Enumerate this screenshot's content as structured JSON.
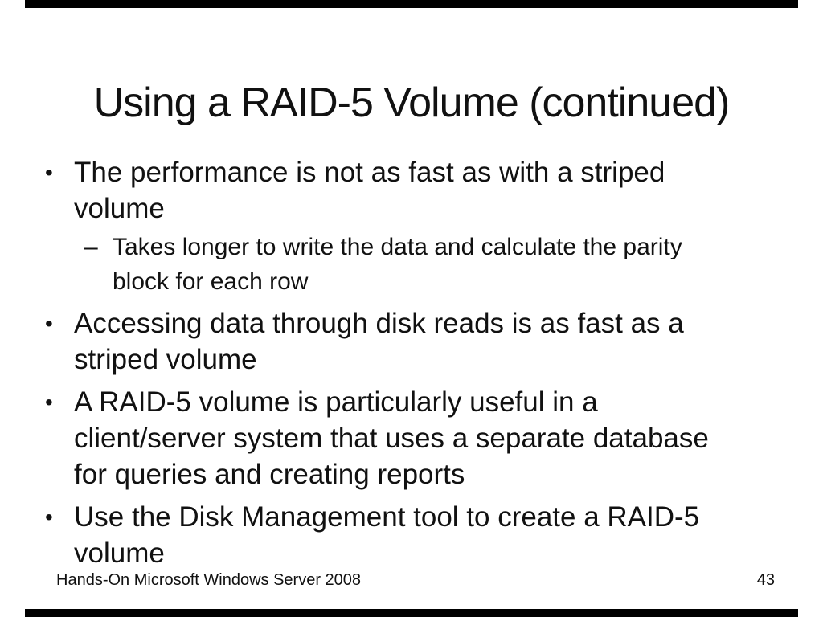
{
  "slide": {
    "title": "Using a RAID-5 Volume (continued)",
    "bullets": [
      {
        "level": 1,
        "marker": "•",
        "text": "The performance is not as fast as with a striped\nvolume"
      },
      {
        "level": 2,
        "marker": "–",
        "text": "Takes longer to write the data and calculate the parity\nblock for each row"
      },
      {
        "level": 1,
        "marker": "•",
        "text": "Accessing data through disk reads is as fast as a\nstriped volume"
      },
      {
        "level": 1,
        "marker": "•",
        "text": "A RAID-5 volume is particularly useful in a\nclient/server system that uses a separate database\nfor queries and creating reports"
      },
      {
        "level": 1,
        "marker": "•",
        "text": "Use the Disk Management tool to create a RAID-5\nvolume"
      }
    ],
    "footer": {
      "left": "Hands-On Microsoft Windows Server 2008",
      "page_number": "43"
    },
    "colors": {
      "background": "#ffffff",
      "text": "#111111",
      "frame": "#000000"
    }
  }
}
